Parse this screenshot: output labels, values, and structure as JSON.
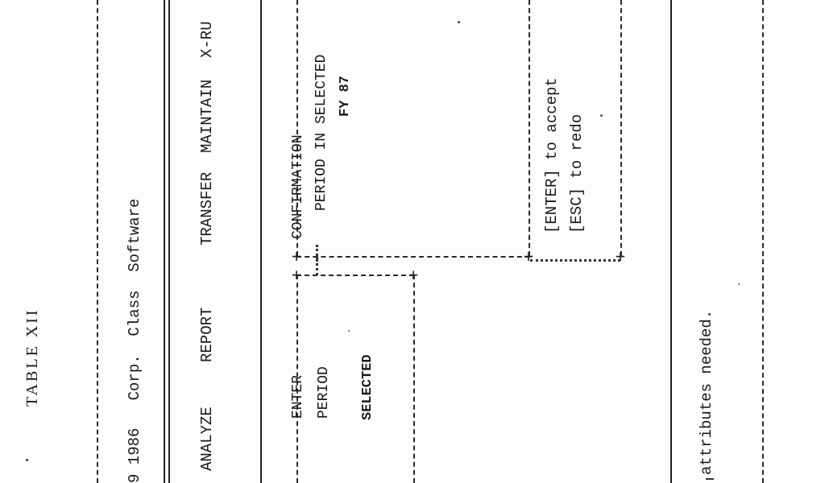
{
  "heading": {
    "title": "TABLE XII"
  },
  "copyright_line": "9 1986   Corp.  Class  Software",
  "menu": {
    "items": [
      "ANALYZE",
      "REPORT",
      "TRANSFER",
      "MAINTAIN",
      "X-RU"
    ]
  },
  "panel_enter": {
    "title": "ENTER",
    "line1": "PERIOD",
    "line2": "SELECTED"
  },
  "panel_confirmation": {
    "title": "CONFIRMATION",
    "line1": "PERIOD IN SELECTED",
    "line2": "FY 87"
  },
  "panel_keys": {
    "accept": "[ENTER] to accept",
    "redo": "[ESC] to redo"
  },
  "footer_note": "attributes needed."
}
